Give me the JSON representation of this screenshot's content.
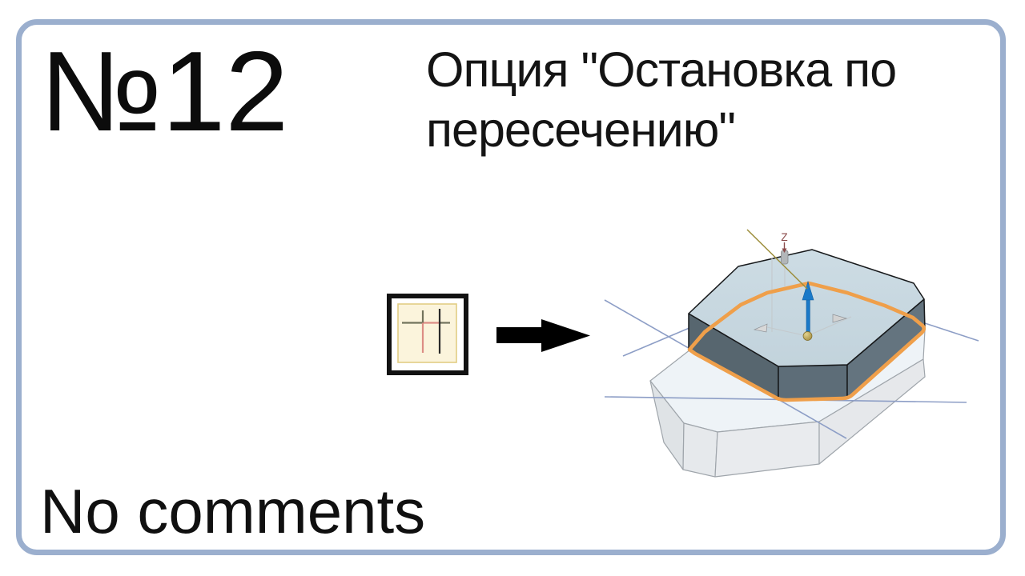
{
  "slide": {
    "number_label": "№12",
    "title": "Опция \"Остановка по пересечению\"",
    "footer": "No comments",
    "border_color": "#9bafce"
  },
  "icon_legend": {
    "name": "stop-at-intersection",
    "background": "#fbf4dc",
    "frame_color": "#121212",
    "inner_border": "#e2cd84",
    "line_colors": {
      "existing_gray": "#72735c",
      "trimmed_red": "#dc8d85",
      "boundary_black": "#2a2a2a"
    }
  },
  "arrow": {
    "direction": "right",
    "color": "#000000"
  },
  "model": {
    "z_axis_label": "Z",
    "colors": {
      "top_face": "#c6d6de",
      "side_face": "#5d6d78",
      "base_top": "#eef3f7",
      "base_side": "#e6e9ec",
      "highlight_edge": "#ef9f4a",
      "datum_line": "#8d9ec6",
      "z_arrow": "#1a79c8",
      "origin_sphere": "#ad9545",
      "guide_line": "#9c8d3a",
      "z_label_color": "#8a4a4a"
    }
  }
}
